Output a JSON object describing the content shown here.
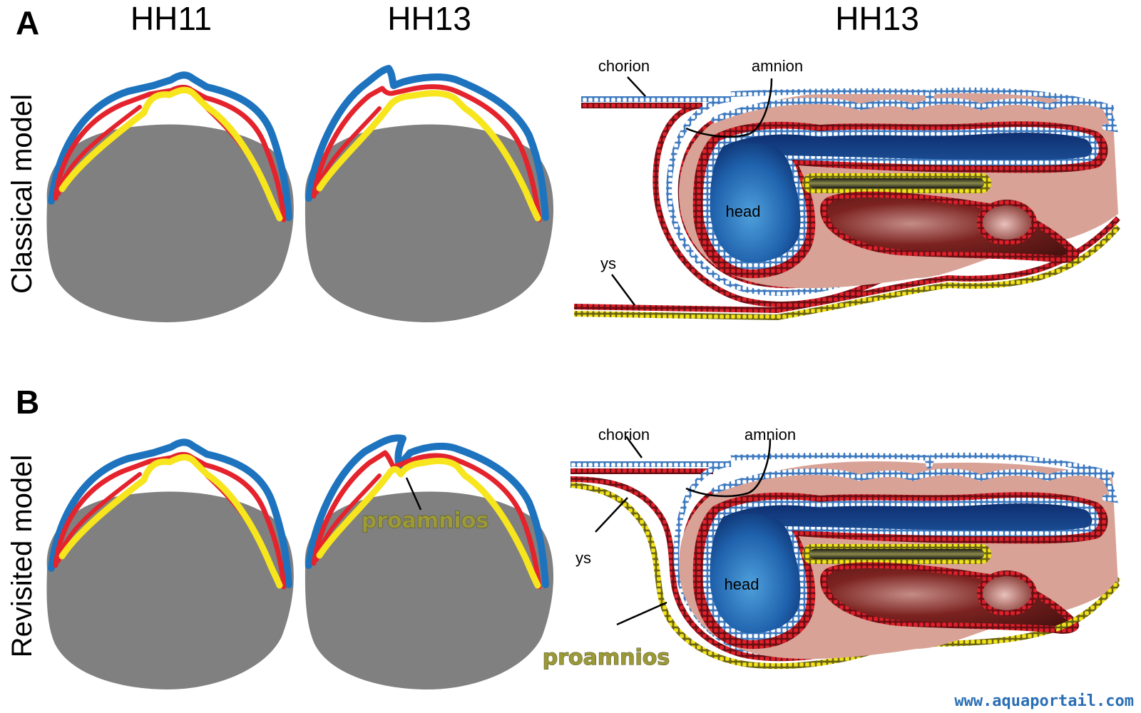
{
  "panels": {
    "a": {
      "letter": "A",
      "model_label": "Classical model",
      "stage_left": "HH11",
      "stage_mid": "HH13",
      "stage_right": "HH13",
      "labels": {
        "chorion": "chorion",
        "amnion": "amnion",
        "ys": "ys",
        "head": "head"
      }
    },
    "b": {
      "letter": "B",
      "model_label": "Revisited model",
      "proamnios_cross": "proamnios",
      "labels": {
        "chorion": "chorion",
        "amnion": "amnion",
        "ys": "ys",
        "head": "head",
        "proamnios": "proamnios"
      }
    }
  },
  "watermark": "www.aquaportail.com",
  "colors": {
    "ectoderm_blue": "#1e73be",
    "mesoderm_red": "#e4232d",
    "endoderm_yellow": "#f7e51e",
    "yolk_grey": "#808080",
    "mesenchyme_pink": "#d9a296",
    "neural_blue": "#1f5fa8",
    "heart_maroon": "#6b1d1b"
  }
}
